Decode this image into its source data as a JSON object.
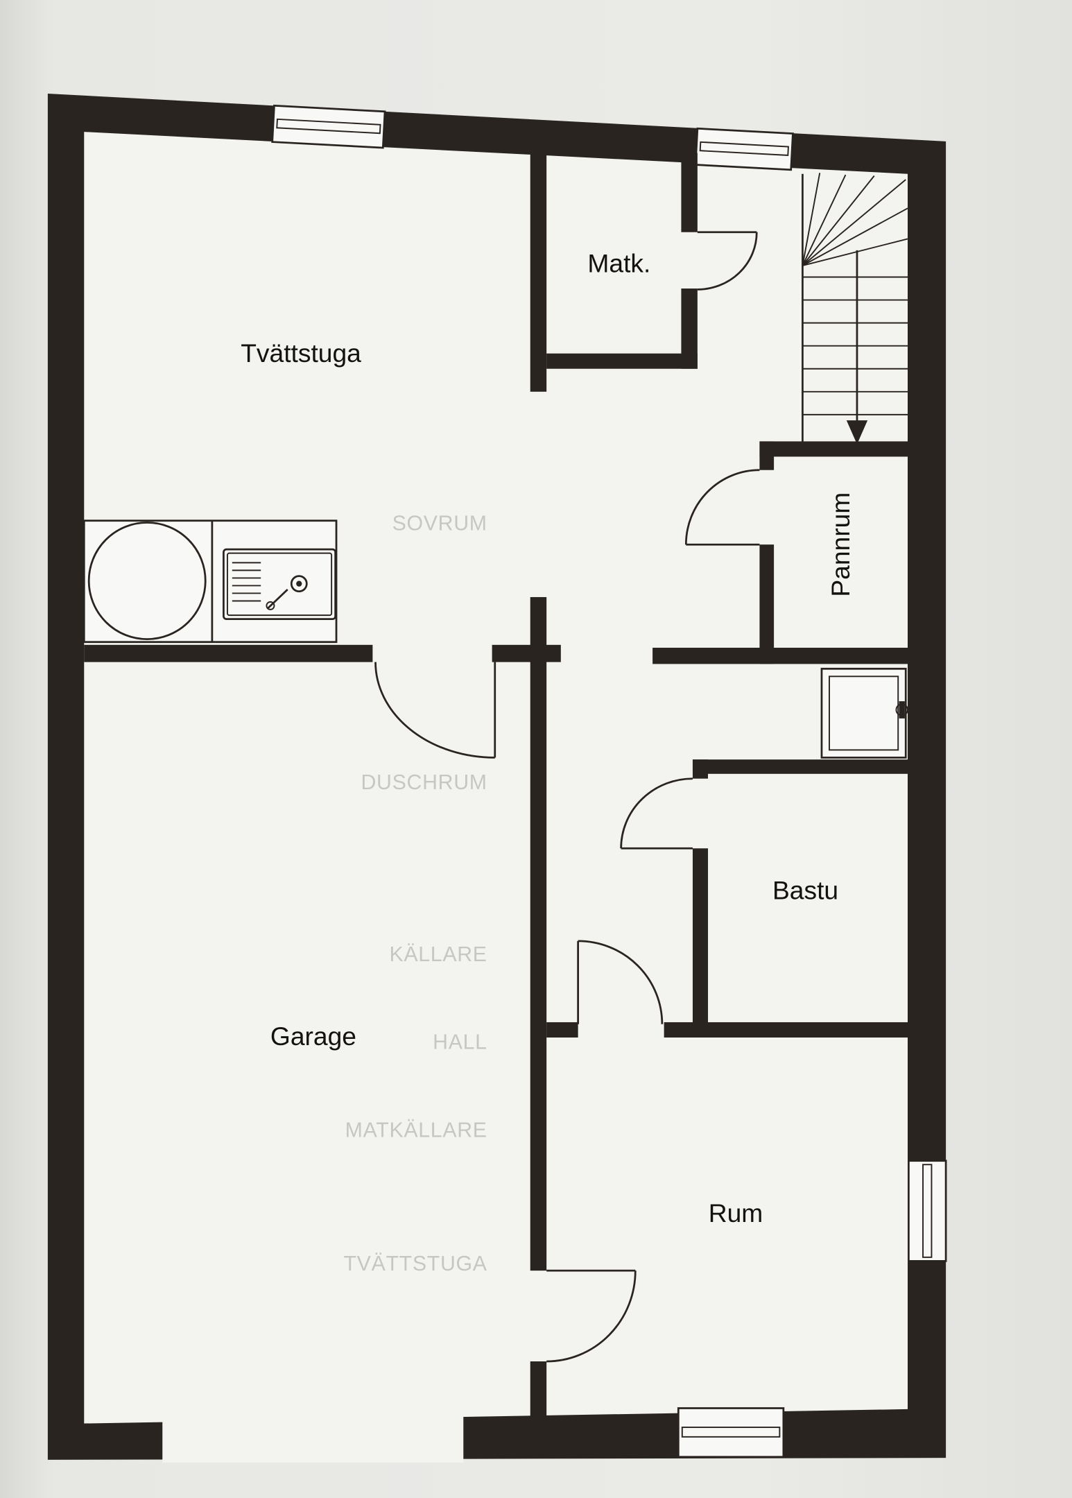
{
  "rooms": {
    "laundry": "Tvättstuga",
    "pantry": "Matk.",
    "boiler_room": "Pannrum",
    "sauna": "Bastu",
    "garage": "Garage",
    "room": "Rum"
  },
  "show_through_text": [
    "SOVRUM",
    "DUSCHRUM",
    "KÄLLARE",
    "HALL",
    "MATKÄLLARE",
    "TVÄTTSTUGA"
  ],
  "colors": {
    "wall": "#2a2421",
    "floor": "#f3f3f0",
    "paper": "#e7e7e4"
  }
}
